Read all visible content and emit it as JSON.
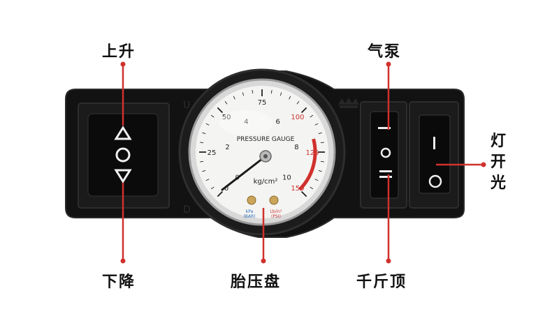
{
  "labels": {
    "up": "上升",
    "down": "下降",
    "gauge": "胎压盘",
    "air_pump": "气泵",
    "jack": "千斤顶",
    "light_switch": "灯开光"
  },
  "gauge": {
    "title": "PRESSURE GAUGE",
    "unit": "kg/cm²",
    "unit_left": "kPa\n(BAR)",
    "unit_right": "Lb/in²\n(PSI)",
    "inner_ticks": [
      "0",
      "2",
      "4",
      "6",
      "8",
      "10"
    ],
    "outer_ticks": [
      "0",
      "25",
      "50",
      "75",
      "100",
      "125",
      "150"
    ]
  },
  "panel_marks": {
    "u": "U",
    "d": "D"
  },
  "colors": {
    "panel": "#121212",
    "callout_line": "#d0312d",
    "gauge_red_zone": "#d0312d",
    "gauge_face": "#f4f4f2"
  }
}
